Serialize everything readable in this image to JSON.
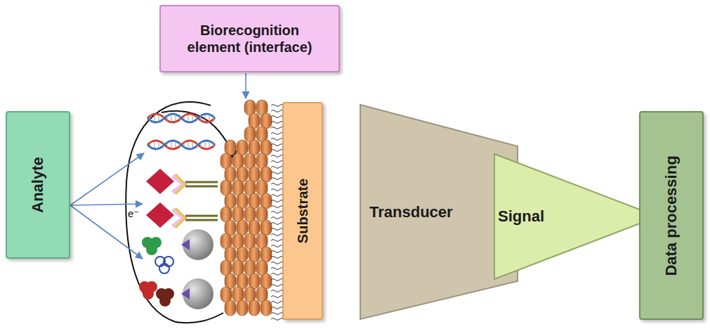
{
  "diagram": {
    "nodes": [
      {
        "text": [
          "Analyte"
        ]
      },
      {
        "text": [
          "Biorecognition element (interface)"
        ]
      },
      {
        "text": [
          "Substrate"
        ]
      },
      {
        "text": [
          "Transducer"
        ]
      },
      {
        "text": [
          "Signal"
        ]
      },
      {
        "text": [
          "Data processing"
        ]
      }
    ],
    "labels": [
      "e⁻"
    ]
  }
}
